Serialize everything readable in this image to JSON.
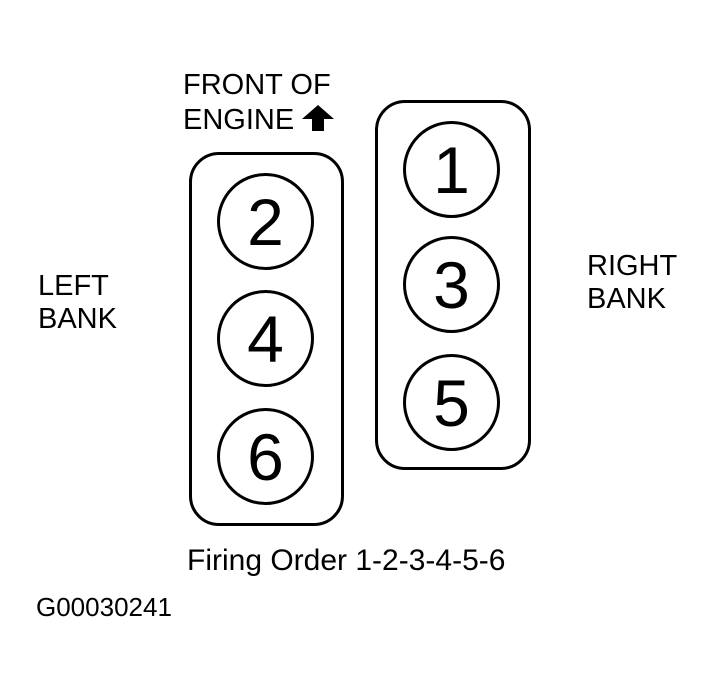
{
  "header": {
    "line1": "FRONT OF",
    "line2": "ENGINE",
    "arrow_icon": "up-arrow"
  },
  "banks": {
    "left": {
      "label_line1": "LEFT",
      "label_line2": "BANK",
      "cylinders": [
        "2",
        "4",
        "6"
      ]
    },
    "right": {
      "label_line1": "RIGHT",
      "label_line2": "BANK",
      "cylinders": [
        "1",
        "3",
        "5"
      ]
    }
  },
  "footer": {
    "firing_order_label": "Firing Order 1-2-3-4-5-6",
    "figure_id": "G00030241"
  },
  "colors": {
    "foreground": "#000000",
    "background": "#ffffff"
  }
}
